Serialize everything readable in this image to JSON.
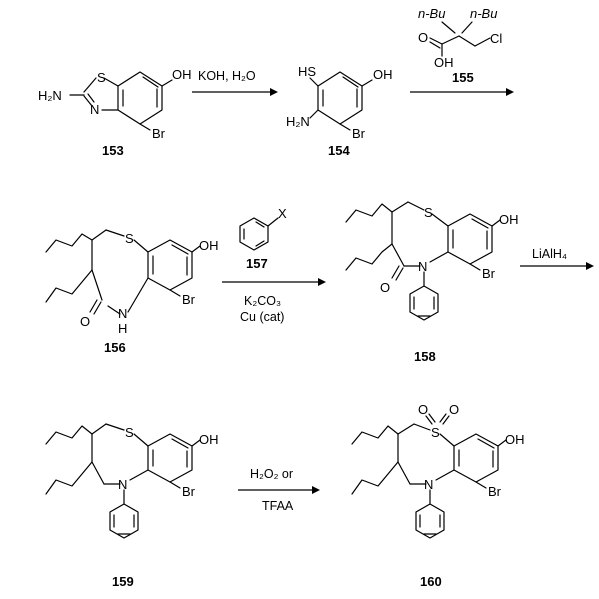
{
  "compounds": [
    {
      "id": "153",
      "atoms": {
        "nh2": "H₂N",
        "s": "S",
        "n": "N",
        "oh": "OH",
        "br": "Br"
      }
    },
    {
      "id": "154",
      "atoms": {
        "hs": "HS",
        "oh": "OH",
        "nh2": "H₂N",
        "br": "Br"
      }
    },
    {
      "id": "155",
      "atoms": {
        "nbu1": "n-Bu",
        "nbu2": "n-Bu",
        "cl": "Cl",
        "o": "O",
        "oh": "OH"
      }
    },
    {
      "id": "156",
      "atoms": {
        "s": "S",
        "oh": "OH",
        "br": "Br",
        "o": "O",
        "nh": "N",
        "h": "H"
      }
    },
    {
      "id": "157",
      "atoms": {
        "x": "X"
      }
    },
    {
      "id": "158",
      "atoms": {
        "s": "S",
        "oh": "OH",
        "br": "Br",
        "o": "O",
        "n": "N"
      }
    },
    {
      "id": "159",
      "atoms": {
        "s": "S",
        "oh": "OH",
        "br": "Br",
        "n": "N"
      }
    },
    {
      "id": "160",
      "atoms": {
        "s": "S",
        "o1": "O",
        "o2": "O",
        "oh": "OH",
        "br": "Br",
        "n": "N"
      }
    }
  ],
  "reagents": {
    "step1": "KOH, H₂O",
    "step3_base": "K₂CO₃",
    "step3_cat": "Cu (cat)",
    "step4": "LiAlH₄",
    "step5_top": "H₂O₂ or",
    "step5_bottom": "TFAA"
  }
}
